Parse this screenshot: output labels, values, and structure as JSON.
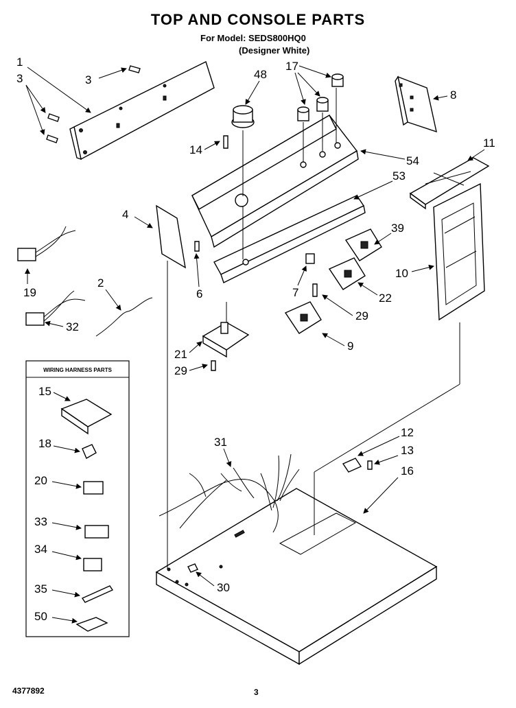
{
  "header": {
    "title": "TOP AND CONSOLE PARTS",
    "model_line": "For Model: SEDS800HQ0",
    "color_line": "(Designer White)"
  },
  "inset": {
    "title": "WIRING HARNESS PARTS",
    "callouts": [
      "15",
      "18",
      "20",
      "33",
      "34",
      "35",
      "50"
    ]
  },
  "callouts": [
    "1",
    "3",
    "3",
    "48",
    "17",
    "8",
    "14",
    "54",
    "11",
    "53",
    "4",
    "39",
    "19",
    "6",
    "10",
    "2",
    "7",
    "22",
    "32",
    "29",
    "9",
    "21",
    "29",
    "12",
    "31",
    "13",
    "16",
    "30"
  ],
  "footer": {
    "doc_number": "4377892",
    "page_number": "3"
  }
}
